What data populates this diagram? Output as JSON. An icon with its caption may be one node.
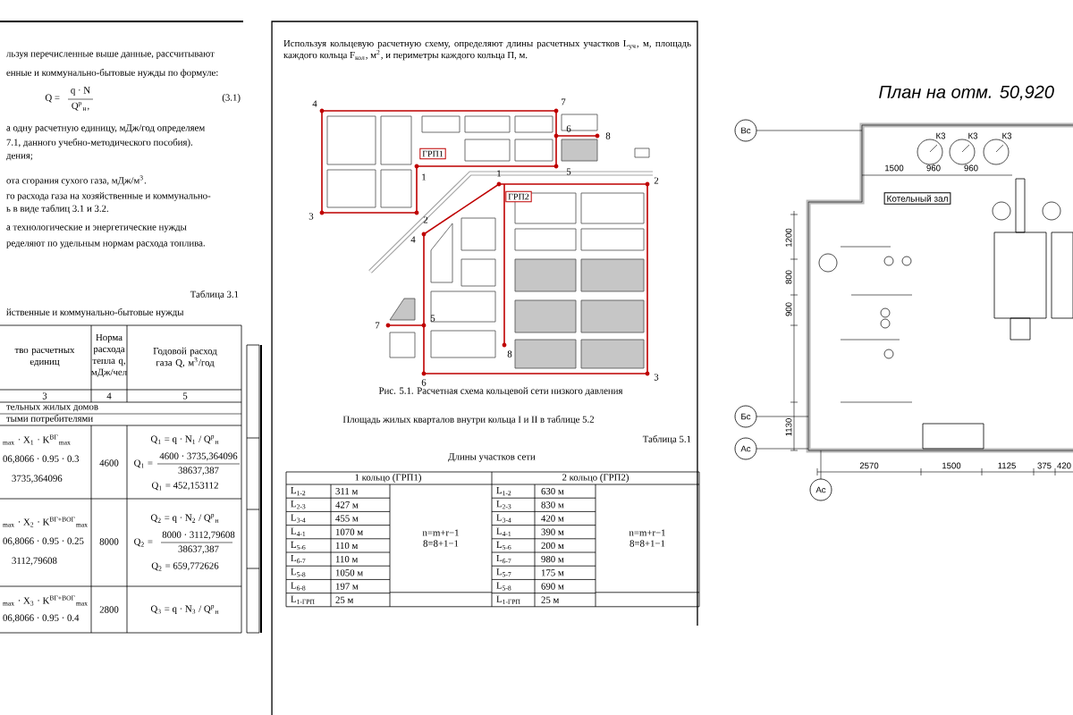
{
  "diagram": {
    "nodes": [
      {
        "text": [
          "ГРП1"
        ]
      },
      {
        "text": [
          "ГРП2"
        ]
      },
      {
        "text": [
          "Вс"
        ]
      },
      {
        "text": [
          "Котельный зал"
        ]
      },
      {
        "text": [
          "Бс"
        ]
      },
      {
        "text": [
          "Ас"
        ]
      },
      {
        "text": [
          "Ас"
        ]
      }
    ],
    "labels": [
      "льзуя перечисленные выше данные, рассчитывают",
      "енные и коммунально-бытовые нужды по формуле:",
      "Q =",
      "q · N",
      "Q$^{р}$$_{н}$,",
      "(3.1)",
      "а одну расчетную единицу, мДж/год определяем",
      "7.1, данного учебно-методического пособия).",
      "дения;",
      "ота сгорания сухого газа, мДж/м$^{3}$.",
      "го расхода газа на хозяйственные и коммунально-",
      "ь в виде таблиц 3.1 и 3.2.",
      "а технологические и энергетические нужды",
      "ределяют по удельным нормам расхода топлива.",
      "Таблица 3.1",
      "йственные и коммунально-бытовые нужды",
      "тво расчетных единиц",
      "Норма расхода тепла q, мДж/чел",
      "Годовой расход газа Q, м$^{3}$/год",
      "3",
      "4",
      "5",
      "тельных жилых домов",
      "тыми потребителями",
      "$_{max}$ · X$_{1}$ · K$^{ВГ}$$_{max}$",
      "06,8066 · 0.95 · 0.3",
      "3735,364096",
      "4600",
      "Q$_{1}$ = q · N$_{1}$ / Q$^{р}$$_{н}$",
      "Q$_{1}$ =",
      "4600 · 3735,364096",
      "38637,387",
      "Q$_{1}$ = 452,153112",
      "$_{max}$ · X$_{2}$ · K$^{ВГ+ВОГ}$$_{max}$",
      "06,8066 · 0.95 · 0.25",
      "3112,79608",
      "8000",
      "Q$_{2}$ = q · N$_{2}$ / Q$^{р}$$_{н}$",
      "Q$_{2}$ =",
      "8000 · 3112,79608",
      "38637,387",
      "Q$_{2}$ = 659,772626",
      "$_{max}$ · X$_{3}$ · K$^{ВГ+ВОГ}$$_{max}$",
      "06,8066 · 0.95 · 0.4",
      "2800",
      "Q$_{3}$ = q · N$_{3}$ / Q$^{р}$$_{н}$",
      "Используя кольцевую расчетную схему, определяют длины расчетных участков L$_{уч}$, м, площадь каждого кольца F$_{кол}$, м$^{2}$, и периметры каждого кольца П, м.",
      "4",
      "7",
      "6",
      "8",
      "5",
      "1",
      "3",
      "2",
      "1",
      "2",
      "4",
      "7",
      "5",
      "8",
      "6",
      "3",
      "Рис. 5.1. Расчетная схема кольцевой сети низкого давления",
      "Площадь жилых кварталов внутри кольца I и II в таблице 5.2",
      "Таблица 5.1",
      "Длины участков сети",
      "1 кольцо (ГРП1)",
      "2 кольцо (ГРП2)",
      "L$_{1-2}$",
      "311 м",
      "L$_{1-2}$",
      "630 м",
      "L$_{2-3}$",
      "427 м",
      "L$_{2-3}$",
      "830 м",
      "L$_{3-4}$",
      "455 м",
      "L$_{3-4}$",
      "420 м",
      "L$_{4-1}$",
      "1070 м",
      "L$_{4-1}$",
      "390 м",
      "L$_{5-6}$",
      "110 м",
      "L$_{5-6}$",
      "200 м",
      "L$_{6-7}$",
      "110 м",
      "L$_{6-7}$",
      "980 м",
      "L$_{5-8}$",
      "1050 м",
      "L$_{5-7}$",
      "175 м",
      "L$_{6-8}$",
      "197 м",
      "L$_{5-8}$",
      "690 м",
      "L$_{1-ГРП}$",
      "25 м",
      "L$_{1-ГРП}$",
      "25 м",
      "n=m+r−1",
      "8=8+1−1",
      "n=m+r−1",
      "8=8+1−1",
      "План на отм. 50,920",
      "1500",
      "960",
      "960",
      "К3",
      "К3",
      "К3",
      "2570",
      "1500",
      "1125",
      "375",
      "420",
      "1200",
      "800",
      "900",
      "1130"
    ]
  }
}
